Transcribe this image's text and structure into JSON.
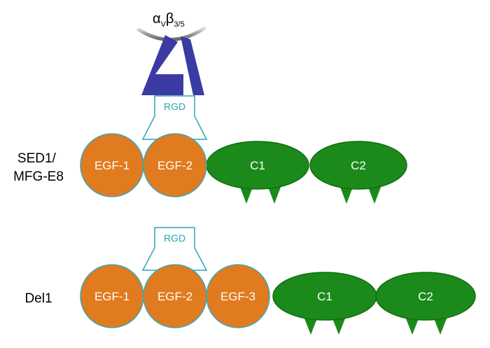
{
  "integrin": {
    "alpha": "α",
    "alpha_sub": "V",
    "beta": "β",
    "beta_sub": "3/5"
  },
  "proteins": [
    {
      "label_line1": "SED1/",
      "label_line2": "MFG-E8",
      "rgd": "RGD",
      "egf_domains": [
        "EGF-1",
        "EGF-2"
      ],
      "c_domains": [
        "C1",
        "C2"
      ]
    },
    {
      "label_line1": "Del1",
      "rgd": "RGD",
      "egf_domains": [
        "EGF-1",
        "EGF-2",
        "EGF-3"
      ],
      "c_domains": [
        "C1",
        "C2"
      ]
    }
  ],
  "colors": {
    "egf_fill": "#e07b1f",
    "egf_stroke": "#3aa9b8",
    "c_fill": "#1b8a1b",
    "c_stroke": "#0f6e0f",
    "rgd_stroke": "#2aa6b4",
    "integrin_fill": "#3b3ba3",
    "membrane": "#a0a0a0"
  }
}
